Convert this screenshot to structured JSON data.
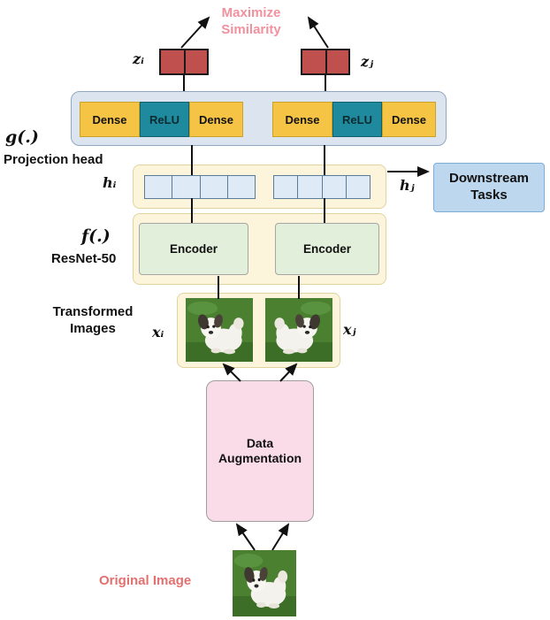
{
  "diagram": {
    "top": {
      "maximize_similarity": "Maximize\nSimilarity",
      "z_i": "zᵢ",
      "z_j": "zⱼ"
    },
    "projection": {
      "g_label": "g(.)",
      "name": "Projection head",
      "groups": [
        {
          "cells": [
            "Dense",
            "ReLU",
            "Dense"
          ]
        },
        {
          "cells": [
            "Dense",
            "ReLU",
            "Dense"
          ]
        }
      ]
    },
    "hidden": {
      "h_i": "hᵢ",
      "h_j": "hⱼ"
    },
    "downstream": {
      "label": "Downstream\nTasks"
    },
    "encoder": {
      "f_label": "f(.)",
      "name": "ResNet-50",
      "left_label": "Encoder",
      "right_label": "Encoder"
    },
    "inputs": {
      "label": "Transformed\nImages",
      "x_i": "xᵢ",
      "x_j": "xⱼ"
    },
    "augmentation": {
      "label": "Data\nAugmentation"
    },
    "original": {
      "label": "Original Image"
    },
    "images": {
      "transformed_left": "augmented dog photo",
      "transformed_right": "augmented dog photo (mirrored)",
      "original": "dog photo on grass"
    },
    "colors": {
      "dense_fill": "#F6C445",
      "relu_fill": "#1F8A9E",
      "projection_container_fill": "#DCE5EF",
      "z_fill": "#C0504D",
      "cream_container_fill": "#FCF5DC",
      "h_cell_fill": "#DEEBF7",
      "encoder_fill": "#E2EFDA",
      "downstream_fill": "#BDD7EE",
      "augmentation_fill": "#FADCE8",
      "maximize_text": "#F2919E",
      "original_text": "#E57070"
    }
  }
}
